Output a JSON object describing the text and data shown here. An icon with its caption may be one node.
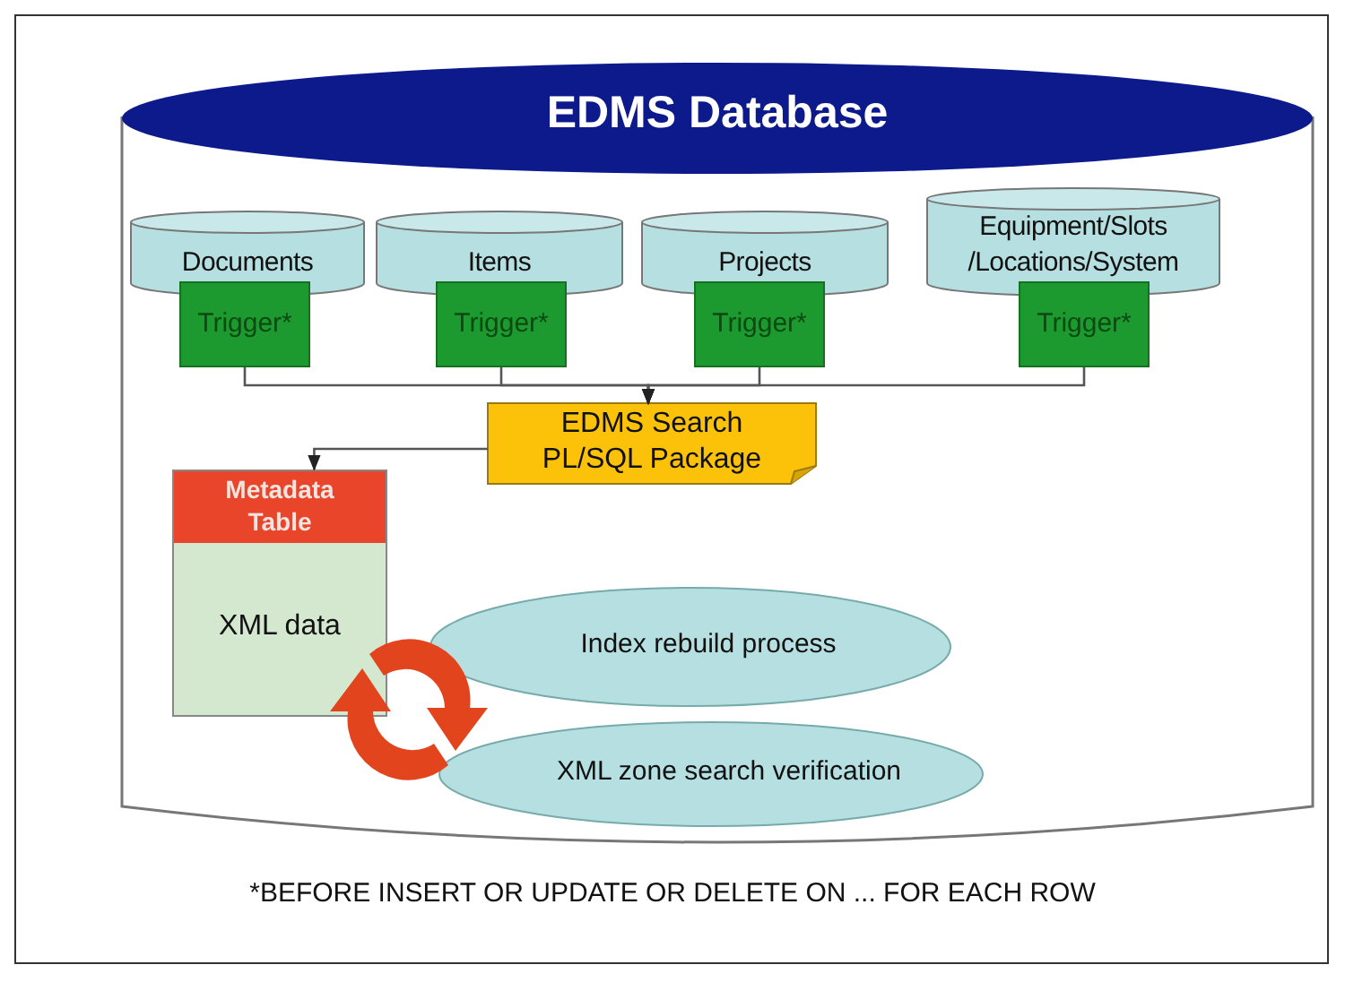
{
  "diagram": {
    "caption": "*BEFORE INSERT OR UPDATE OR DELETE ON ... FOR EACH ROW",
    "nodes": [
      {
        "text": [
          "EDMS Database"
        ]
      },
      {
        "text": [
          "Documents"
        ],
        "in": 0
      },
      {
        "text": [
          "Trigger*"
        ],
        "in": 0
      },
      {
        "text": [
          "Items"
        ],
        "in": 0
      },
      {
        "text": [
          "Trigger*"
        ],
        "in": 0
      },
      {
        "text": [
          "Projects"
        ],
        "in": 0
      },
      {
        "text": [
          "Trigger*"
        ],
        "in": 0
      },
      {
        "text": [
          "Equipment/Slots /Locations/System"
        ],
        "in": 0
      },
      {
        "text": [
          "Trigger*"
        ],
        "in": 0
      },
      {
        "text": [
          "EDMS Search PL/SQL Package"
        ],
        "in": 0
      },
      {
        "text": [
          "Metadata Table",
          "XML data"
        ],
        "in": 0
      },
      {
        "text": [
          "Index rebuild process"
        ],
        "in": 0
      },
      {
        "text": [
          "XML zone search verification"
        ],
        "in": 0
      }
    ],
    "edges": [
      {
        "from": 2,
        "to": 9,
        "arrow": "to"
      },
      {
        "from": 4,
        "to": 9,
        "arrow": "to"
      },
      {
        "from": 6,
        "to": 9,
        "arrow": "to"
      },
      {
        "from": 8,
        "to": 9,
        "arrow": "to"
      },
      {
        "from": 9,
        "to": 10,
        "arrow": "to"
      }
    ]
  }
}
